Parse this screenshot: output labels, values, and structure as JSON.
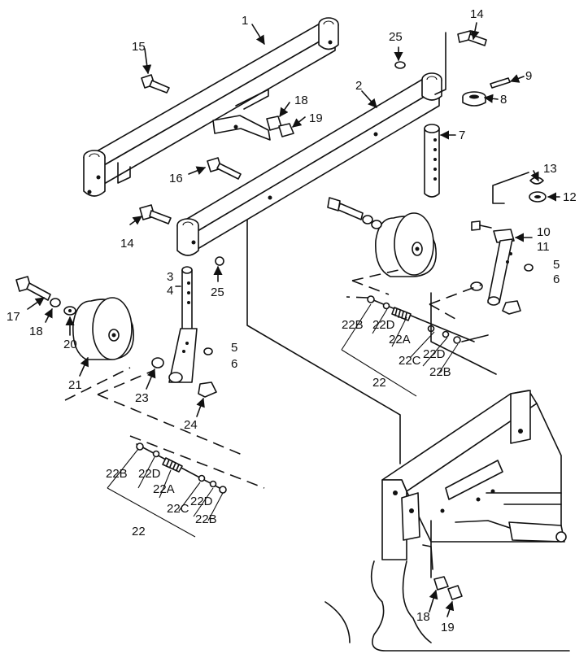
{
  "callouts": {
    "c1": "1",
    "c2": "2",
    "c3": "3",
    "c4": "4",
    "c5a": "5",
    "c6a": "6",
    "c5b": "5",
    "c6b": "6",
    "c7": "7",
    "c8": "8",
    "c9": "9",
    "c10": "10",
    "c11": "11",
    "c12": "12",
    "c13": "13",
    "c14a": "14",
    "c14b": "14",
    "c15": "15",
    "c16": "16",
    "c17": "17",
    "c18a": "18",
    "c18b": "18",
    "c18c": "18",
    "c19a": "19",
    "c19b": "19",
    "c20": "20",
    "c21": "21",
    "c22a": "22",
    "c22b": "22",
    "c23": "23",
    "c24": "24",
    "c25a": "25",
    "c25b": "25",
    "left_kit": {
      "b1": "22B",
      "d1": "22D",
      "a": "22A",
      "c": "22C",
      "d2": "22D",
      "b2": "22B"
    },
    "right_kit": {
      "b1": "22B",
      "d1": "22D",
      "a": "22A",
      "c": "22C",
      "d2": "22D",
      "b2": "22B"
    }
  }
}
